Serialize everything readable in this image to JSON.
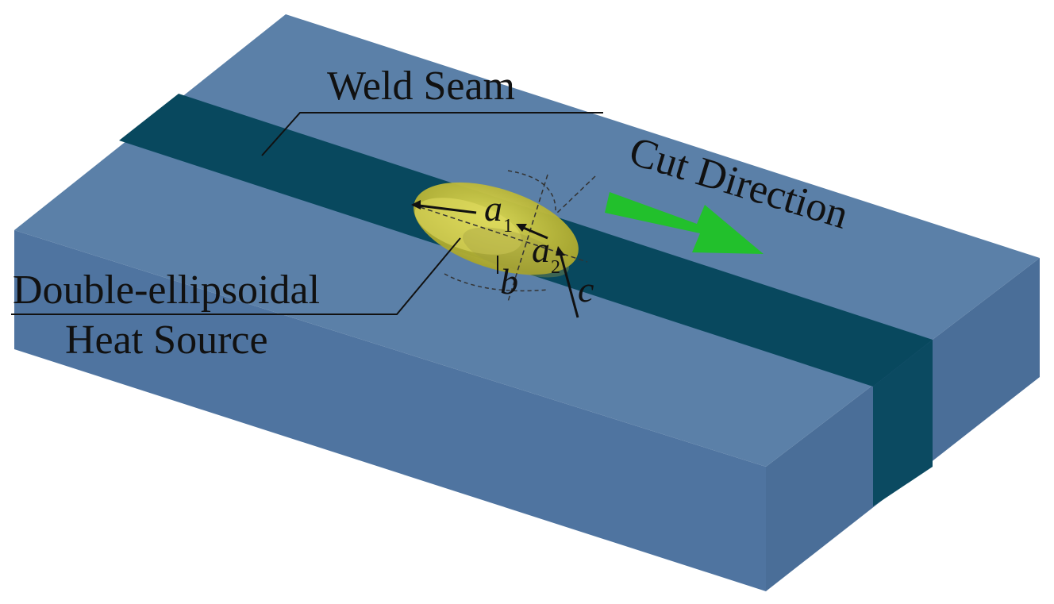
{
  "labels": {
    "weld_seam": "Weld Seam",
    "cut_direction": "Cut Direction",
    "heat_source_line1": "Double-ellipsoidal",
    "heat_source_line2": "Heat Source"
  },
  "symbols": {
    "a1": "a",
    "a1_sub": "1",
    "a2": "a",
    "a2_sub": "2",
    "b": "b",
    "c": "c"
  },
  "colors": {
    "plate_top": "#5b80a8",
    "plate_front": "#4f74a0",
    "plate_side": "#4a6e98",
    "seam_top": "#08485e",
    "seam_side": "#0b4a61",
    "ellipsoid": "#c9c23a",
    "arrow": "#22c02c",
    "leader": "#111111"
  }
}
